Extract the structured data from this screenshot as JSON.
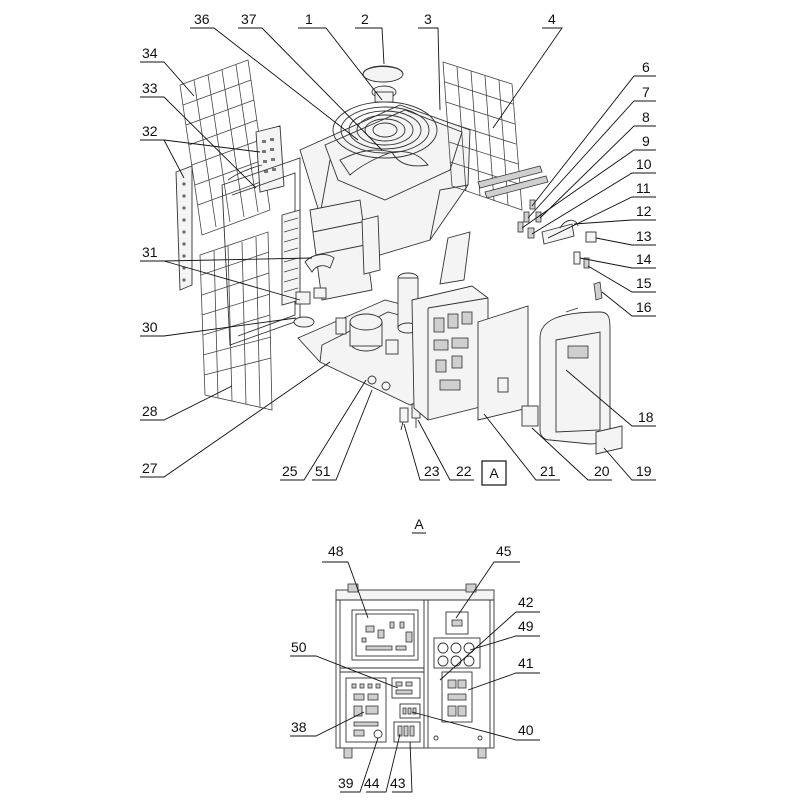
{
  "callouts": {
    "c1": "1",
    "c2": "2",
    "c3": "3",
    "c4": "4",
    "c6": "6",
    "c7": "7",
    "c8": "8",
    "c9": "9",
    "c10": "10",
    "c11": "11",
    "c12": "12",
    "c13": "13",
    "c14": "14",
    "c15": "15",
    "c16": "16",
    "c18": "18",
    "c19": "19",
    "c20": "20",
    "c21": "21",
    "c22": "22",
    "c23": "23",
    "c25": "25",
    "c27": "27",
    "c28": "28",
    "c30": "30",
    "c31": "31",
    "c32": "32",
    "c33": "33",
    "c34": "34",
    "c36": "36",
    "c37": "37",
    "c51": "51",
    "c38": "38",
    "c39": "39",
    "c40": "40",
    "c41": "41",
    "c42": "42",
    "c43": "43",
    "c44": "44",
    "c45": "45",
    "c48": "48",
    "c49": "49",
    "c50": "50"
  },
  "detail_ref": "A",
  "detail_title": "A"
}
